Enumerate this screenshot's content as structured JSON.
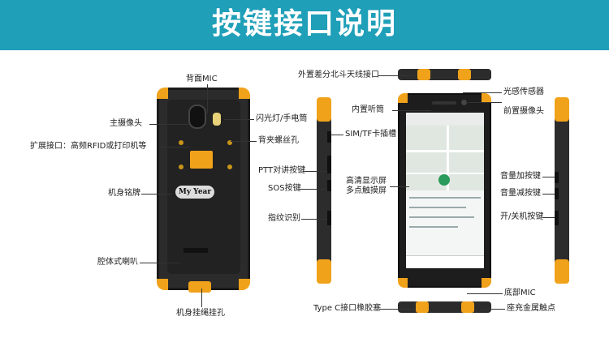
{
  "header": {
    "title": "按键接口说明"
  },
  "labels": {
    "back_mic": "背面MIC",
    "main_camera": "主摄像头",
    "flash": "闪光灯/手电筒",
    "expansion": "扩展接口：高频RFID或打印机等",
    "back_clip_screw": "背夹螺丝孔",
    "nameplate": "机身铭牌",
    "speaker": "腔体式喇叭",
    "lanyard": "机身挂绳挂孔",
    "ptt": "PTT对讲按键",
    "sos": "SOS按键",
    "fingerprint": "指纹识别",
    "sim_tf": "SIM/TF卡插槽",
    "earpiece": "内置听筒",
    "gnss_port": "外置差分北斗天线接口",
    "light_sensor": "光感传感器",
    "front_camera": "前置摄像头",
    "display_line1": "高清显示屏",
    "display_line2": "多点触摸屏",
    "vol_up": "音量加按键",
    "vol_down": "音量减按键",
    "power": "开/关机按键",
    "bottom_mic": "底部MIC",
    "typec": "Type C接口橡胶塞",
    "pogo": "座充金属触点"
  },
  "device": {
    "badge_text": "My Year"
  },
  "colors": {
    "banner": "#1f9fb8",
    "accent": "#f0a21b",
    "body": "#2b2b2b"
  }
}
